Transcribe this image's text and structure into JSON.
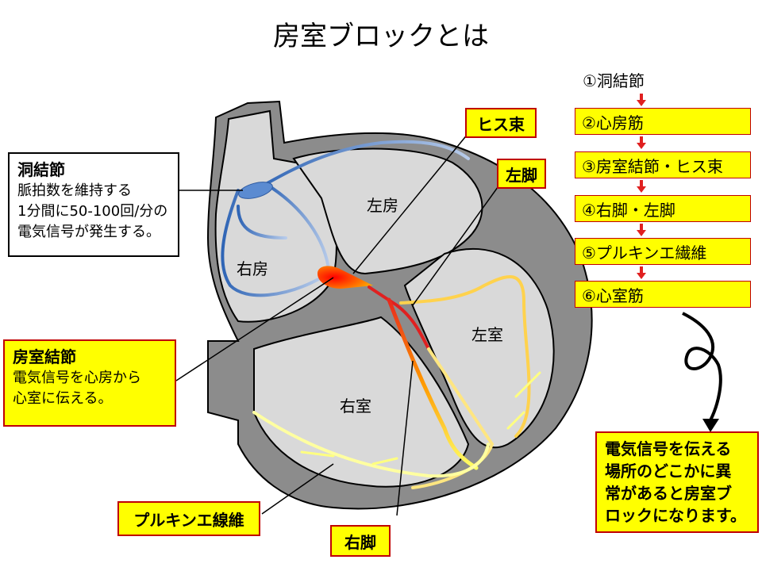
{
  "title": "房室ブロックとは",
  "chambers": {
    "right_atrium": "右房",
    "left_atrium": "左房",
    "left_ventricle": "左室",
    "right_ventricle": "右室"
  },
  "callouts": {
    "his_bundle": "ヒス束",
    "left_bundle": "左脚",
    "right_bundle": "右脚",
    "purkinje": "プルキンエ線維",
    "sa_node": {
      "heading": "洞結節",
      "lines": [
        "脈拍数を維持する",
        "1分間に50-100回/分の",
        "電気信号が発生する。"
      ]
    },
    "av_node": {
      "heading": "房室結節",
      "lines": [
        "電気信号を心房から",
        "心室に伝える。"
      ]
    }
  },
  "conduction_steps": [
    "①洞結節",
    "②心房筋",
    "③房室結節・ヒス束",
    "④右脚・左脚",
    "⑤プルキンエ繊維",
    "⑥心室筋"
  ],
  "warning": {
    "lines": [
      "電気信号を伝える",
      "場所のどこかに異",
      "常があると房室ブ",
      "ロックになります。"
    ]
  },
  "colors": {
    "yellow": "#ffff00",
    "border_red": "#c00000",
    "wall": "#8c8c8c",
    "chamber": "#d9d9d9",
    "sa_blue": "#4a7ec8",
    "av_orange": "#ff6600"
  }
}
